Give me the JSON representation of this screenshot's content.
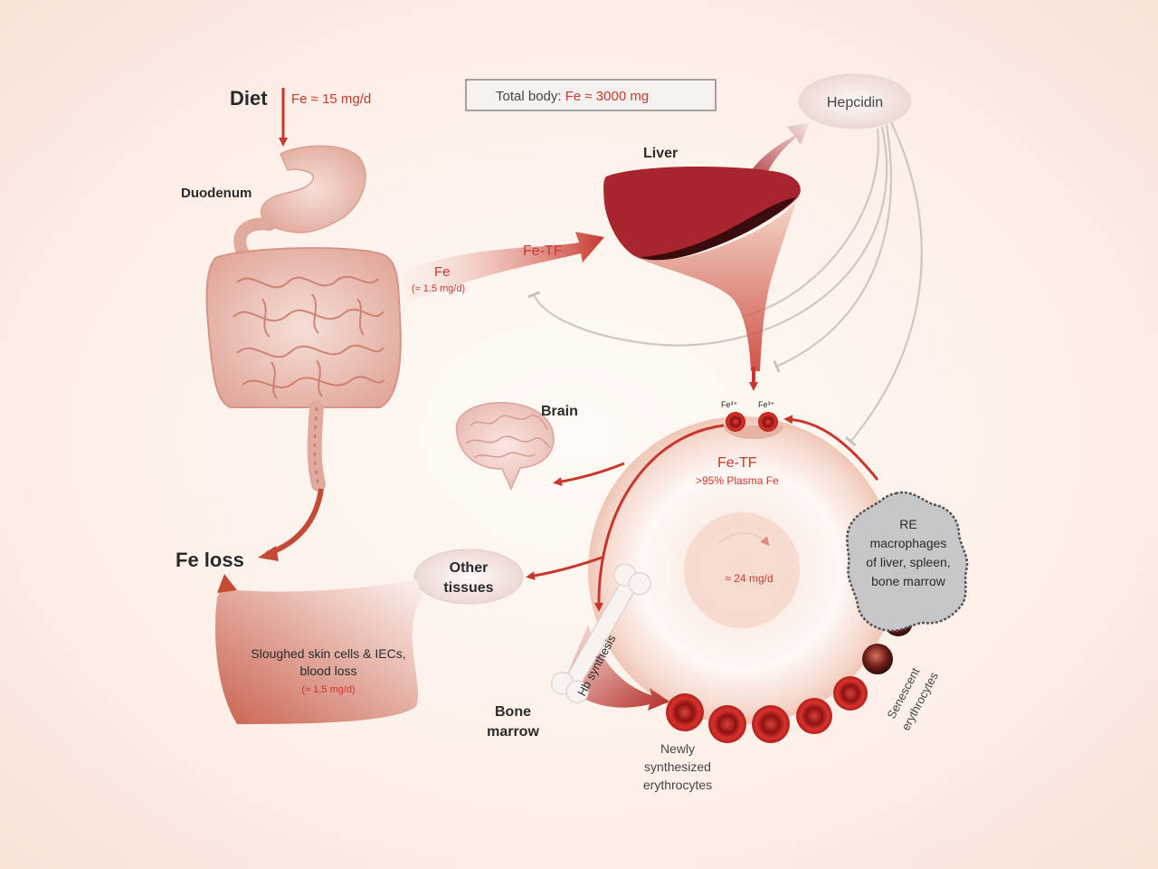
{
  "labels": {
    "diet": "Diet",
    "diet_fe": "Fe ≈ 15 mg/d",
    "total_body_prefix": "Total body: ",
    "total_body_value": "Fe ≈ 3000 mg",
    "hepcidin": "Hepcidin",
    "liver": "Liver",
    "duodenum": "Duodenum",
    "fe_tf_upper": "Fe-TF",
    "fe_absorb": "Fe",
    "fe_absorb_rate": "(≈ 1.5 mg/d)",
    "brain": "Brain",
    "fe3_left": "Fe³⁺",
    "fe3_right": "Fe³⁺",
    "fe_tf_plasma": "Fe-TF",
    "plasma_share": ">95% Plasma Fe",
    "cycle_rate": "≈ 24 mg/d",
    "re_line1": "RE",
    "re_line2": "macrophages",
    "re_line3": "of liver, spleen,",
    "re_line4": "bone marrow",
    "fe_loss": "Fe loss",
    "other_line1": "Other",
    "other_line2": "tissues",
    "sloughed_line1": "Sloughed skin cells & IECs,",
    "sloughed_line2": "blood loss",
    "sloughed_rate": "(≈ 1.5 mg/d)",
    "hb_synthesis": "Hb synthesis",
    "bone_line1": "Bone",
    "bone_line2": "marrow",
    "newly_line1": "Newly",
    "newly_line2": "synthesized",
    "newly_line3": "erythrocytes",
    "senescent_line1": "Senescent",
    "senescent_line2": "erythrocytes"
  },
  "colors": {
    "accent_red": "#c8372d",
    "liver": "#a8242e",
    "text_dark": "#2a2a2a"
  }
}
